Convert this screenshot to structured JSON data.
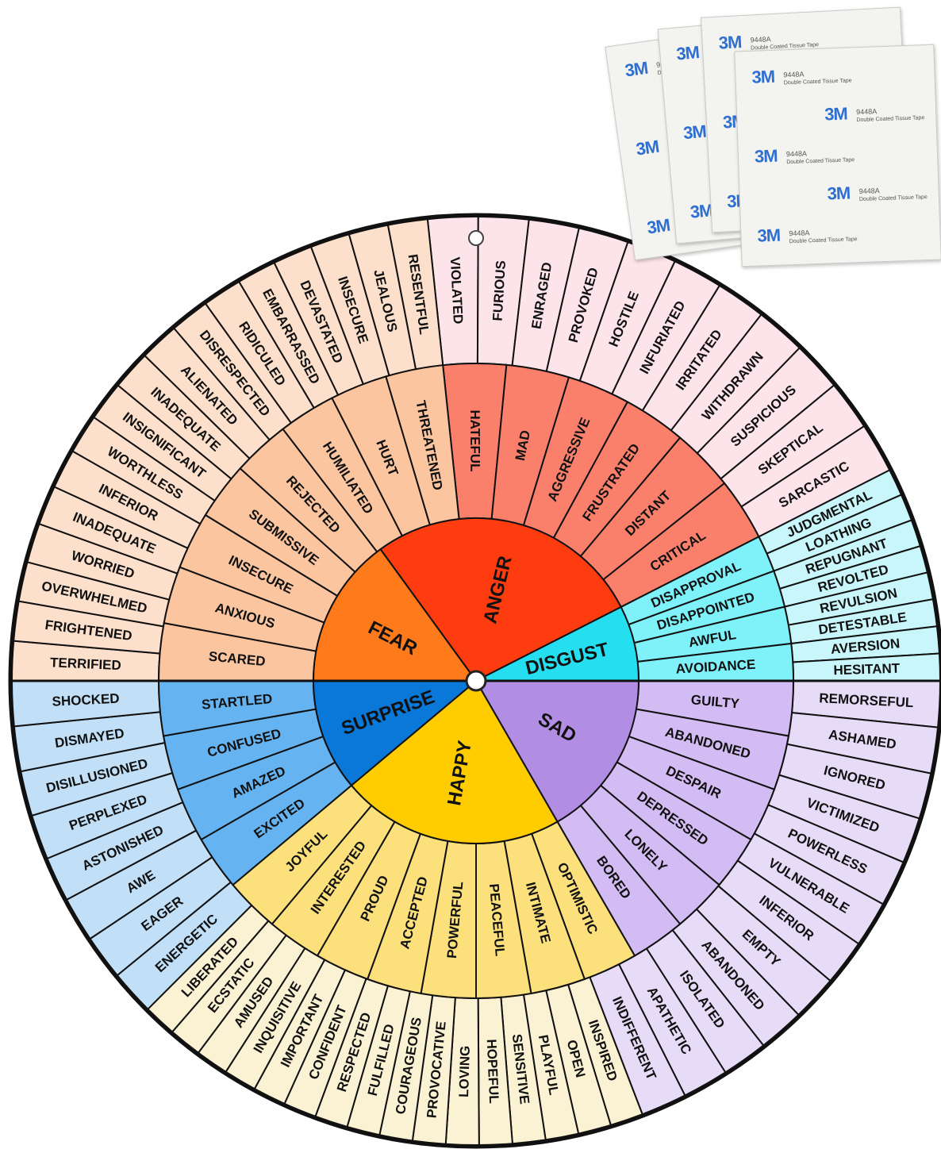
{
  "colors": {
    "anger": "#ff3b10",
    "anger_mid": "#fb806c",
    "anger_outer": "#fde3ea",
    "disgust": "#25dff0",
    "disgust_mid": "#7ff1f9",
    "disgust_outer": "#c9f6fb",
    "sad": "#b28de4",
    "sad_mid": "#d3bbf3",
    "sad_outer": "#e6dcf8",
    "happy": "#ffcc00",
    "happy_mid": "#fbe07c",
    "happy_outer": "#fbf2d3",
    "surprise": "#0a78d8",
    "surprise_mid": "#65b4f1",
    "surprise_outer": "#c1e0f8",
    "fear": "#ff7a1a",
    "fear_mid": "#fbc5a0",
    "fear_outer": "#fde0cc",
    "line": "#111111"
  },
  "wheel": {
    "core": [
      "ANGER",
      "DISGUST",
      "SAD",
      "HAPPY",
      "SURPRISE",
      "FEAR"
    ],
    "middle": [
      [
        "HATEFUL",
        "MAD",
        "AGGRESSIVE",
        "FRUSTRATED",
        "DISTANT",
        "CRITICAL"
      ],
      [
        "DISAPPROVAL",
        "DISAPPOINTED",
        "AWFUL",
        "AVOIDANCE"
      ],
      [
        "GUILTY",
        "ABANDONED",
        "DESPAIR",
        "DEPRESSED",
        "LONELY",
        "BORED"
      ],
      [
        "OPTIMISTIC",
        "INTIMATE",
        "PEACEFUL",
        "POWERFUL",
        "ACCEPTED",
        "PROUD",
        "INTERESTED",
        "JOYFUL"
      ],
      [
        "EXCITED",
        "AMAZED",
        "CONFUSED",
        "STARTLED"
      ],
      [
        "SCARED",
        "ANXIOUS",
        "INSECURE",
        "SUBMISSIVE",
        "REJECTED",
        "HUMILIATED",
        "HURT",
        "THREATENED"
      ]
    ],
    "outer": [
      [
        "VIOLATED",
        "FURIOUS",
        "ENRAGED",
        "PROVOKED",
        "HOSTILE",
        "INFURIATED",
        "IRRITATED",
        "WITHDRAWN",
        "SUSPICIOUS",
        "SKEPTICAL",
        "SARCASTIC"
      ],
      [
        "JUDGMENTAL",
        "LOATHING",
        "REPUGNANT",
        "REVOLTED",
        "REVULSION",
        "DETESTABLE",
        "AVERSION",
        "HESITANT"
      ],
      [
        "REMORSEFUL",
        "ASHAMED",
        "IGNORED",
        "VICTIMIZED",
        "POWERLESS",
        "VULNERABLE",
        "INFERIOR",
        "EMPTY",
        "ABANDONED",
        "ISOLATED",
        "APATHETIC",
        "INDIFFERENT"
      ],
      [
        "INSPIRED",
        "OPEN",
        "PLAYFUL",
        "SENSITIVE",
        "HOPEFUL",
        "LOVING",
        "PROVOCATIVE",
        "COURAGEOUS",
        "FULFILLED",
        "RESPECTED",
        "CONFIDENT",
        "IMPORTANT",
        "INQUISITIVE",
        "AMUSED",
        "ECSTATIC",
        "LIBERATED"
      ],
      [
        "ENERGETIC",
        "EAGER",
        "AWE",
        "ASTONISHED",
        "PERPLEXED",
        "DISILLUSIONED",
        "DISMAYED",
        "SHOCKED"
      ],
      [
        "TERRIFIED",
        "FRIGHTENED",
        "OVERWHELMED",
        "WORRIED",
        "INADEQUATE",
        "INFERIOR",
        "WORTHLESS",
        "INSIGNIFICANT",
        "INADEQUATE",
        "ALIENATED",
        "DISRESPECTED",
        "RIDICULED",
        "EMBARRASSED",
        "DEVASTATED",
        "INSECURE",
        "JEALOUS",
        "RESENTFUL"
      ]
    ]
  },
  "tape": {
    "brand": "3M",
    "code": "9448A",
    "subtitle": "Double Coated Tissue Tape"
  }
}
